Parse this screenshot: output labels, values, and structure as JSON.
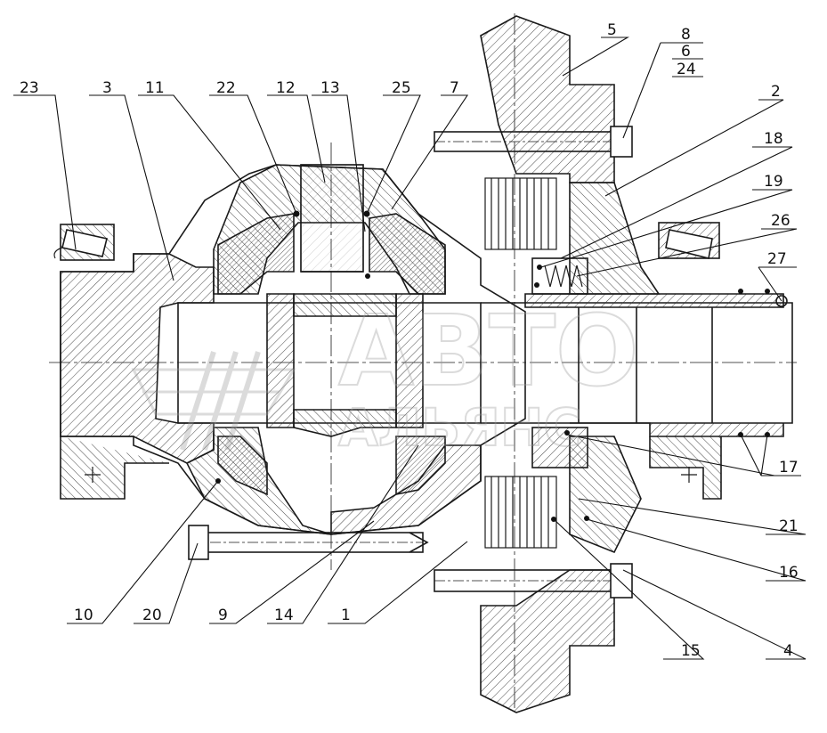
{
  "diagram": {
    "part_labels": [
      "23",
      "3",
      "11",
      "22",
      "12",
      "13",
      "25",
      "7",
      "5",
      "8",
      "6",
      "24",
      "2",
      "18",
      "19",
      "26",
      "27",
      "17",
      "21",
      "16",
      "4",
      "15",
      "1",
      "14",
      "9",
      "20",
      "10"
    ],
    "watermark": {
      "line1": "АВТО",
      "line2": "АЛЬЯНС"
    },
    "colors": {
      "line": "#1a1a1a",
      "hatch": "#333333",
      "watermark": "#9a9a9a"
    }
  }
}
